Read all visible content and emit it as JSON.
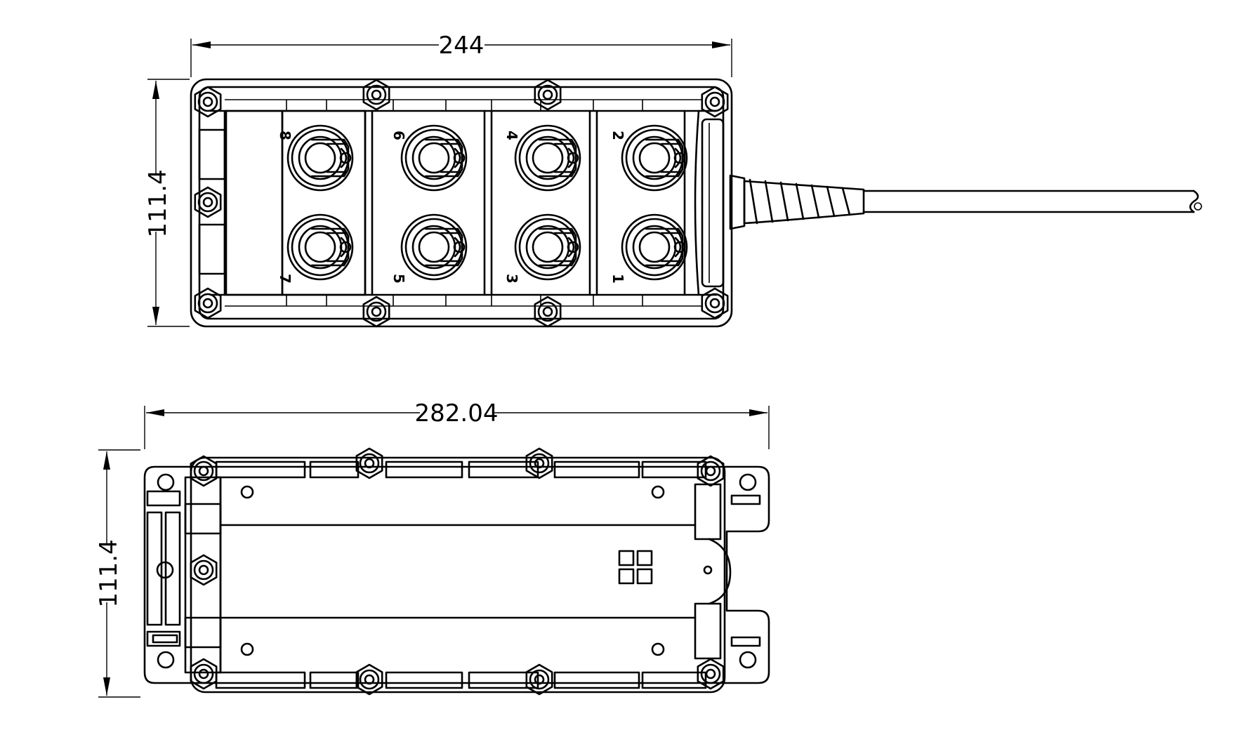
{
  "top_view": {
    "width_dimension": "244",
    "height_dimension": "111.4",
    "port_labels_top": [
      "8",
      "6",
      "4",
      "2"
    ],
    "port_labels_bottom": [
      "7",
      "5",
      "3",
      "1"
    ]
  },
  "bottom_view": {
    "width_dimension": "282.04",
    "height_dimension": "111.4"
  }
}
